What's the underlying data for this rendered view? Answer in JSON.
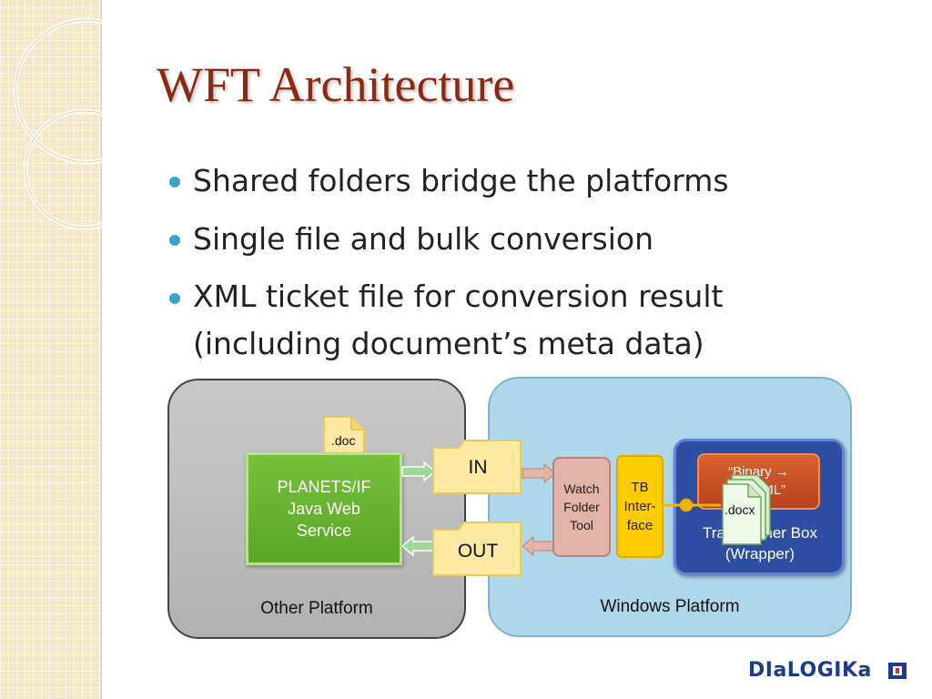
{
  "slide": {
    "title": "WFT Architecture",
    "bullets": [
      "Shared folders bridge the platforms",
      "Single file and bulk conversion",
      "XML ticket file for conversion result",
      "(including document’s meta data)"
    ]
  },
  "diagram": {
    "other_platform_label": "Other Platform",
    "windows_platform_label": "Windows Platform",
    "planets_lines": [
      "PLANETS/IF",
      "Java Web",
      "Service"
    ],
    "doc_file_label": ".doc",
    "in_folder_label": "IN",
    "out_folder_label": "OUT",
    "watch_lines": [
      "Watch",
      "Folder",
      "Tool"
    ],
    "tb_lines": [
      "TB",
      "Inter-",
      "face"
    ],
    "inner_lines": [
      "“Binary →",
      "OOXML”"
    ],
    "docx_file_label": ".docx",
    "tbox_lines": [
      "Transformer Box",
      "(Wrapper)"
    ]
  },
  "branding": {
    "logo_text": "DIaLOGIKa",
    "accent": "#8b2a12",
    "bullet_color": "#3aa3c9",
    "logo_color": "#1c3b8c"
  }
}
